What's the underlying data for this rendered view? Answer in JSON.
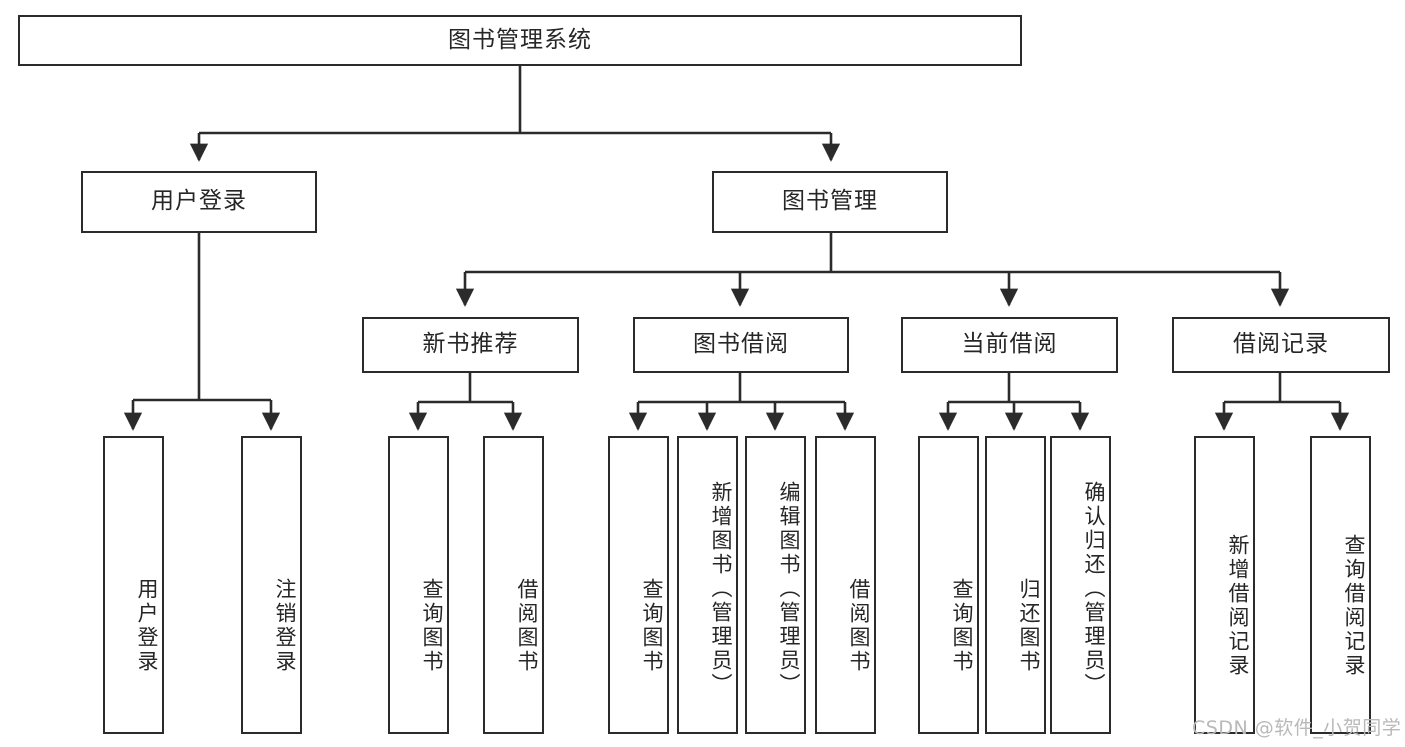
{
  "diagram": {
    "title": "图书管理系统",
    "type": "hierarchy-tree",
    "colors": {
      "box_border": "#2b2b2b",
      "box_fill": "#ffffff",
      "link": "#2b2b2b",
      "text": "#262626",
      "watermark": "#b9b9b9"
    },
    "levels": {
      "root": {
        "label": "图书管理系统",
        "orientation": "horizontal"
      },
      "level2": [
        {
          "id": "user-login",
          "label": "用户登录",
          "orientation": "horizontal"
        },
        {
          "id": "book-management",
          "label": "图书管理",
          "orientation": "horizontal"
        }
      ],
      "level3": [
        {
          "id": "new-book-recommend",
          "label": "新书推荐",
          "orientation": "horizontal",
          "parent": "book-management"
        },
        {
          "id": "book-borrow",
          "label": "图书借阅",
          "orientation": "horizontal",
          "parent": "book-management"
        },
        {
          "id": "current-borrow",
          "label": "当前借阅",
          "orientation": "horizontal",
          "parent": "book-management"
        },
        {
          "id": "borrow-record",
          "label": "借阅记录",
          "orientation": "horizontal",
          "parent": "book-management"
        }
      ],
      "leaves": [
        {
          "id": "leaf-user-login",
          "label": "用户登录",
          "orientation": "vertical",
          "parent": "user-login"
        },
        {
          "id": "leaf-logout",
          "label": "注销登录",
          "orientation": "vertical",
          "parent": "user-login"
        },
        {
          "id": "leaf-query-book-1",
          "label": "查询图书",
          "orientation": "vertical",
          "parent": "new-book-recommend"
        },
        {
          "id": "leaf-borrow-book-1",
          "label": "借阅图书",
          "orientation": "vertical",
          "parent": "new-book-recommend"
        },
        {
          "id": "leaf-query-book-2",
          "label": "查询图书",
          "orientation": "vertical",
          "parent": "book-borrow"
        },
        {
          "id": "leaf-add-book",
          "label": "新增图书（管理员）",
          "orientation": "vertical",
          "parent": "book-borrow"
        },
        {
          "id": "leaf-edit-book",
          "label": "编辑图书（管理员）",
          "orientation": "vertical",
          "parent": "book-borrow"
        },
        {
          "id": "leaf-borrow-book-2",
          "label": "借阅图书",
          "orientation": "vertical",
          "parent": "book-borrow"
        },
        {
          "id": "leaf-query-book-3",
          "label": "查询图书",
          "orientation": "vertical",
          "parent": "current-borrow"
        },
        {
          "id": "leaf-return-book",
          "label": "归还图书",
          "orientation": "vertical",
          "parent": "current-borrow"
        },
        {
          "id": "leaf-confirm-return",
          "label": "确认归还（管理员）",
          "orientation": "vertical",
          "parent": "current-borrow"
        },
        {
          "id": "leaf-add-record",
          "label": "新增借阅记录",
          "orientation": "vertical",
          "parent": "borrow-record"
        },
        {
          "id": "leaf-query-record",
          "label": "查询借阅记录",
          "orientation": "vertical",
          "parent": "borrow-record"
        }
      ]
    },
    "watermark": "CSDN @软件_小贺同学"
  }
}
